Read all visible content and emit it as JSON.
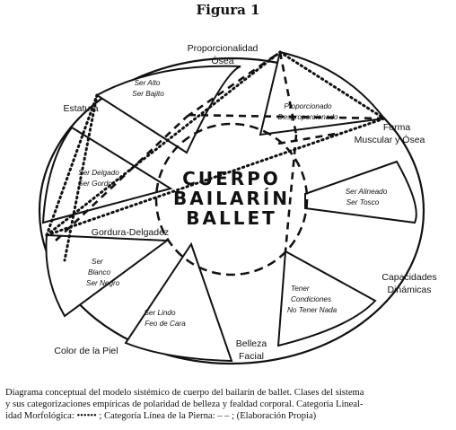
{
  "figure_title": "Figura 1",
  "center_lines": [
    "CUERPO",
    "BAILARÍN",
    "BALLET"
  ],
  "nodes": {
    "proporcionalidad": [
      "Proporcionalidad",
      "Ósea"
    ],
    "forma": [
      "Forma",
      "Muscular y Ósea"
    ],
    "capacidades": [
      "Capacidades",
      "Dinámicas"
    ],
    "belleza": [
      "Belleza",
      "Facial"
    ],
    "color": [
      "Color de la Piel"
    ],
    "gordura": [
      "Gordura-Delgadez"
    ],
    "estatura": [
      "Estatura"
    ]
  },
  "categories": {
    "alto": [
      "Ser Alto",
      "Ser Bajito"
    ],
    "proporcionado": [
      "Proporcionado",
      "Desproporcionado"
    ],
    "alineado": [
      "Ser Alineado",
      "Ser Tosco"
    ],
    "condiciones": [
      "Tener",
      "Condiciones",
      "No Tener Nada"
    ],
    "lindo": [
      "Ser Lindo",
      "Feo de Cara"
    ],
    "blanco": [
      "Ser",
      "Blanco",
      "Ser Negro"
    ],
    "delgado": [
      "Ser Delgado",
      "Ser Gordo"
    ]
  },
  "caption": {
    "line1": "Diagrama conceptual del modelo sistémico de cuerpo del bailarín de ballet. Clases del sistema",
    "line2": "y sus categorizaciones empíricas de polaridad de belleza y fealdad corporal. Categoría Lineal-",
    "line3_a": "idad Morfológica:",
    "line3_dots": "••••••",
    "line3_b": "; Categoría Línea de la Pierna:",
    "line3_dash": "– –",
    "line3_c": "; (Elaboración Propia)"
  }
}
